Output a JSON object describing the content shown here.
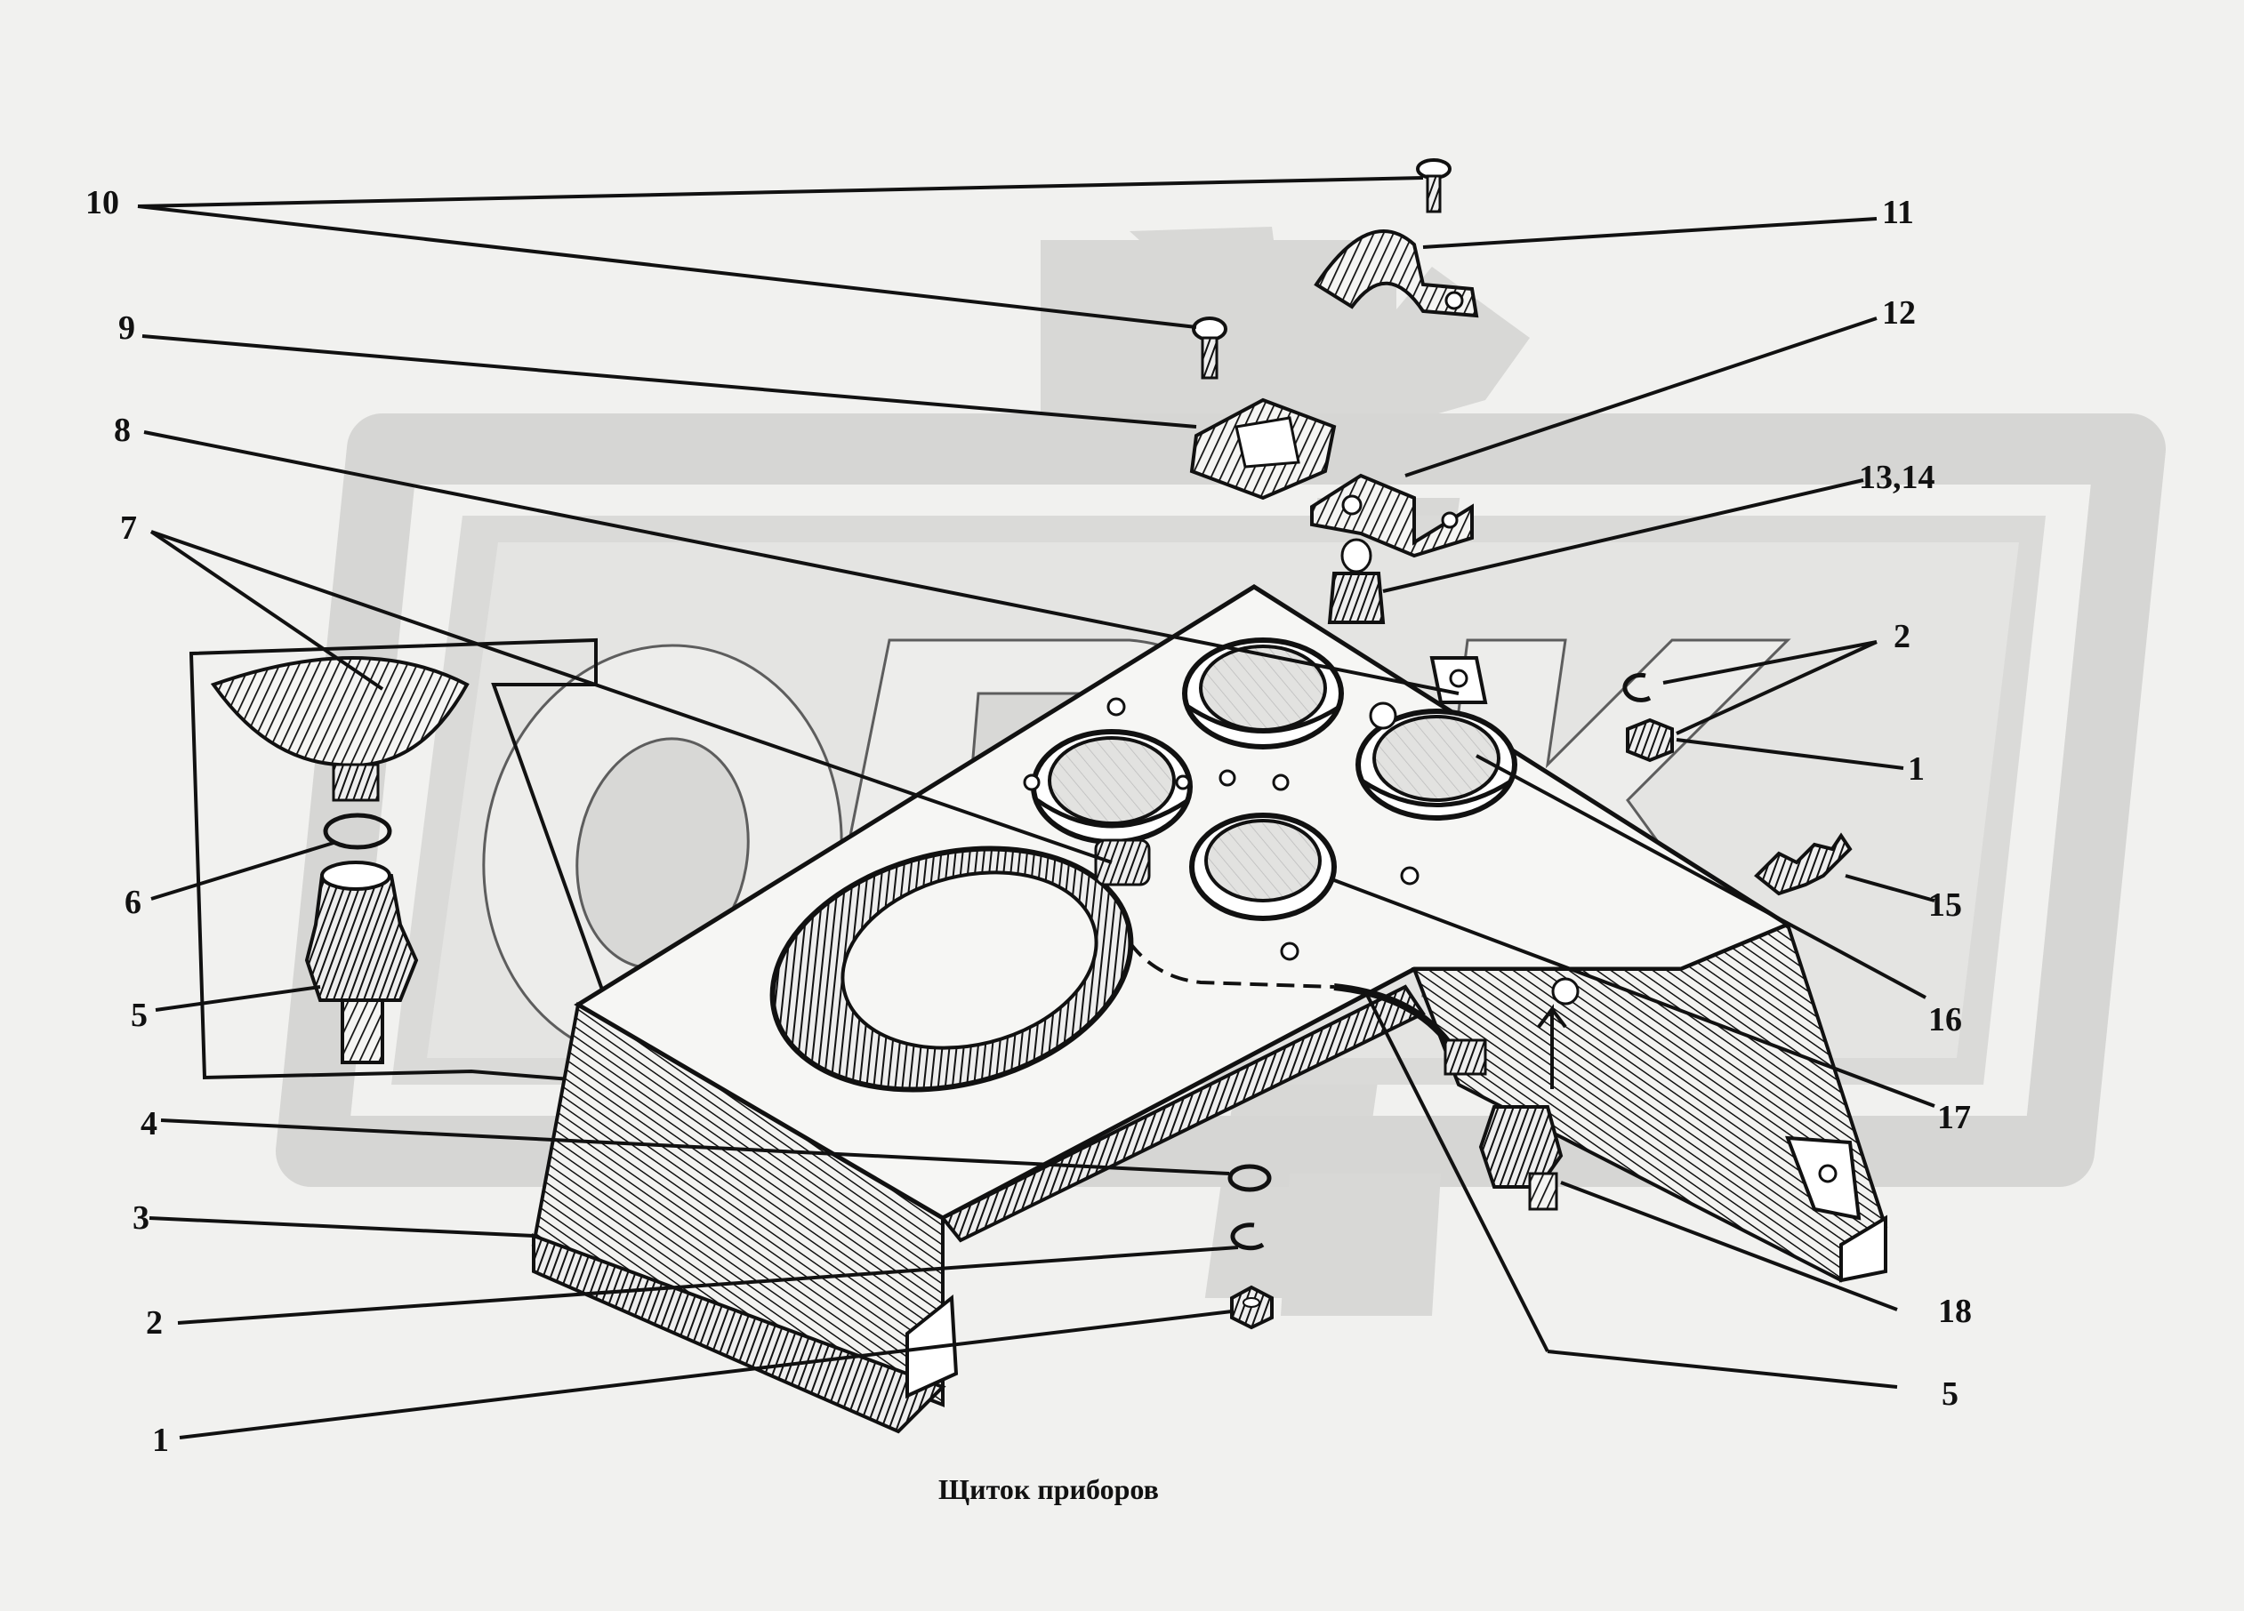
{
  "caption": "Щиток приборов",
  "callouts": {
    "c1_right": "1",
    "c1_bottom": "1",
    "c2_right": "2",
    "c2_left": "2",
    "c3": "3",
    "c4": "4",
    "c5_left": "5",
    "c5_right": "5",
    "c6": "6",
    "c7": "7",
    "c8": "8",
    "c9": "9",
    "c10": "10",
    "c11": "11",
    "c12": "12",
    "c13": "13,14",
    "c15": "15",
    "c16": "16",
    "c17": "17",
    "c18": "18"
  },
  "colors": {
    "background": "#f1f1ef",
    "ink": "#111111",
    "watermark": "#d4d4d2",
    "gauge_glass": "#dcdcda"
  }
}
